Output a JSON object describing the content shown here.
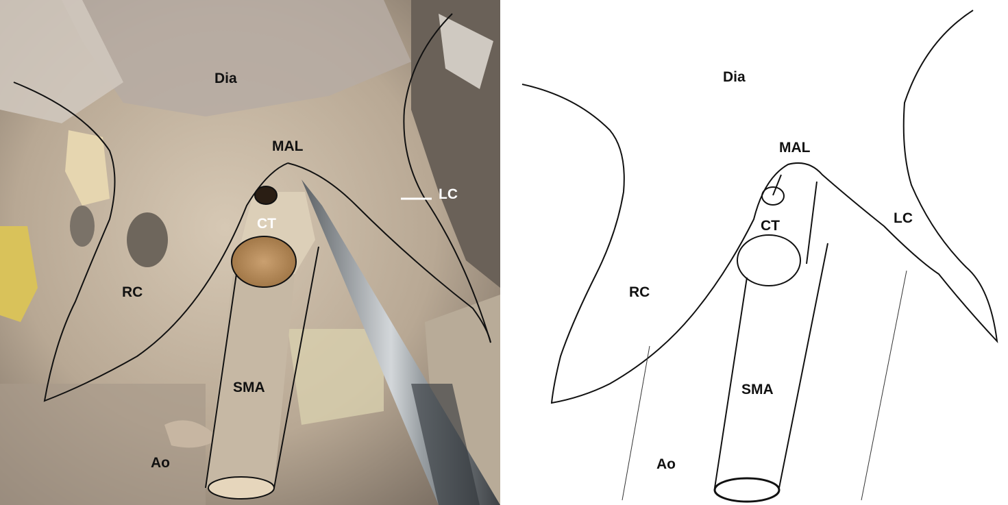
{
  "photo": {
    "labels": {
      "dia": "Dia",
      "mal": "MAL",
      "lc": "LC",
      "ct": "CT",
      "rc": "RC",
      "sma": "SMA",
      "ao": "Ao"
    }
  },
  "diagram": {
    "labels": {
      "dia": "Dia",
      "mal": "MAL",
      "lc": "LC",
      "ct": "CT",
      "rc": "RC",
      "sma": "SMA",
      "ao": "Ao"
    }
  },
  "colors": {
    "outline": "#111111",
    "tissue_light": "#cbbca8",
    "tissue_dark": "#6d6256",
    "vessel_lumen": "#b58a55",
    "instrument": "#8f959a",
    "label_white": "#ffffff"
  }
}
